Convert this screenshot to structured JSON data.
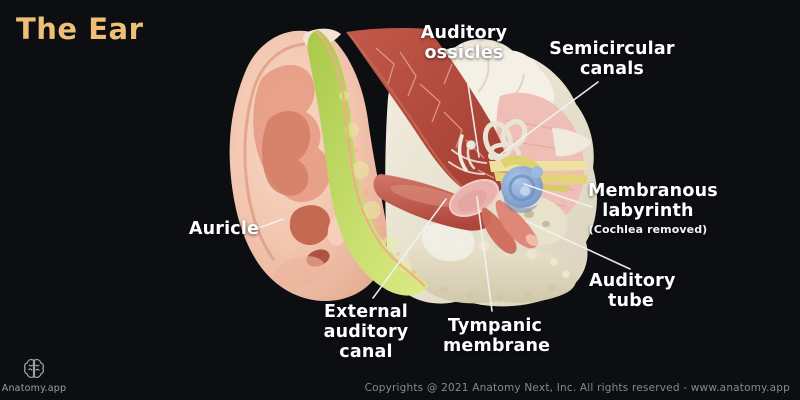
{
  "page": {
    "title": "The Ear"
  },
  "annotations": {
    "labels": [
      {
        "id": "auditory-ossicles",
        "text": "Auditory ossicles"
      },
      {
        "id": "semicircular-canals",
        "text": "Semicircular canals"
      },
      {
        "id": "membranous-labyrinth",
        "text": "Membranous labyrinth",
        "note": "(Cochlea removed)"
      },
      {
        "id": "auditory-tube",
        "text": "Auditory tube"
      },
      {
        "id": "tympanic-membrane",
        "text": "Tympanic membrane"
      },
      {
        "id": "external-auditory-canal",
        "text": "External auditory canal"
      },
      {
        "id": "auricle",
        "text": "Auricle"
      }
    ]
  },
  "brand": {
    "name": "Anatomy.app",
    "icon": "brain-icon"
  },
  "footer": {
    "copyright": "Copyrights @ 2021 Anatomy Next, Inc. All rights reserved - www.anatomy.app"
  },
  "colors": {
    "background": "#0c0e12",
    "title_gold": "#eec077",
    "label_white": "#ffffff",
    "leader_line": "#f2f2f2",
    "footer_gray": "#85898d",
    "skin": "#f2c5ae",
    "cartilage_green": "#c3d965",
    "muscle_red": "#b1493c",
    "bone_cream": "#ebe5d6",
    "spongy_bone_pink": "#efbfb7",
    "labyrinth_blue": "#8aaad8",
    "nerve_yellow": "#e6d87e",
    "canal_red": "#c75c4f",
    "tympanic_pink": "#e9b2ae"
  }
}
